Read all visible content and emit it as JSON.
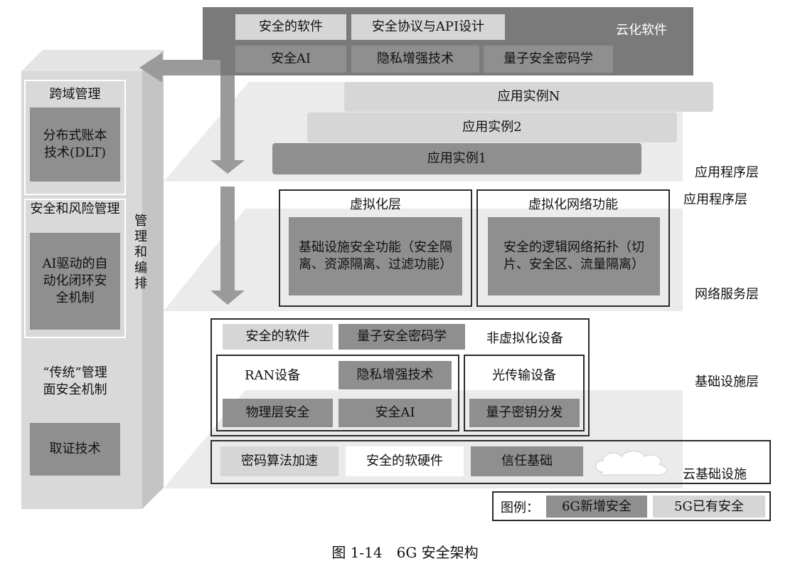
{
  "cloud_software": {
    "label": "云化软件",
    "items": [
      "安全的软件",
      "安全协议与API设计",
      "安全AI",
      "隐私增强技术",
      "量子安全密码学"
    ]
  },
  "app_layer": {
    "instances": [
      "应用实例N",
      "应用实例2",
      "应用实例1"
    ],
    "label_1": "应用程序层",
    "label_2": "应用程序层"
  },
  "network_layer": {
    "virt_title": "虚拟化层",
    "virt_content": "基础设施安全功能（安全隔离、资源隔离、过滤功能）",
    "vnf_title": "虚拟化网络功能",
    "vnf_content": "安全的逻辑网络拓扑（切片、安全区、流量隔离）",
    "label": "网络服务层"
  },
  "infra_layer": {
    "top_items": [
      "安全的软件",
      "量子安全密码学"
    ],
    "non_virt_label": "非虚拟化设备",
    "ran_label": "RAN设备",
    "ran_items": [
      "隐私增强技术",
      "物理层安全",
      "安全AI"
    ],
    "optical_label": "光传输设备",
    "optical_item": "量子密钥分发",
    "label": "基础设施层"
  },
  "cloud_infra": {
    "items": [
      "密码算法加速",
      "安全的软硬件",
      "信任基础"
    ],
    "label": "云基础设施"
  },
  "side_panel": {
    "vertical_label": "管理和编排",
    "cross_domain_title": "跨域管理",
    "dlt": "分布式账本技术(DLT)",
    "risk_title": "安全和风险管理",
    "ai_closed_loop": "AI驱动的自动化闭环安全机制",
    "traditional": "“传统”管理面安全机制",
    "forensics": "取证技术"
  },
  "legend": {
    "prefix": "图例：",
    "new_6g": "6G新增安全",
    "existing_5g": "5G已有安全"
  },
  "caption": "图 1-14　6G 安全架构",
  "colors": {
    "new_6g": "#8f8f8f",
    "existing_5g": "#d6d6d6",
    "top_band": "#7a7a7a",
    "side_panel": "#d9d9d9"
  }
}
